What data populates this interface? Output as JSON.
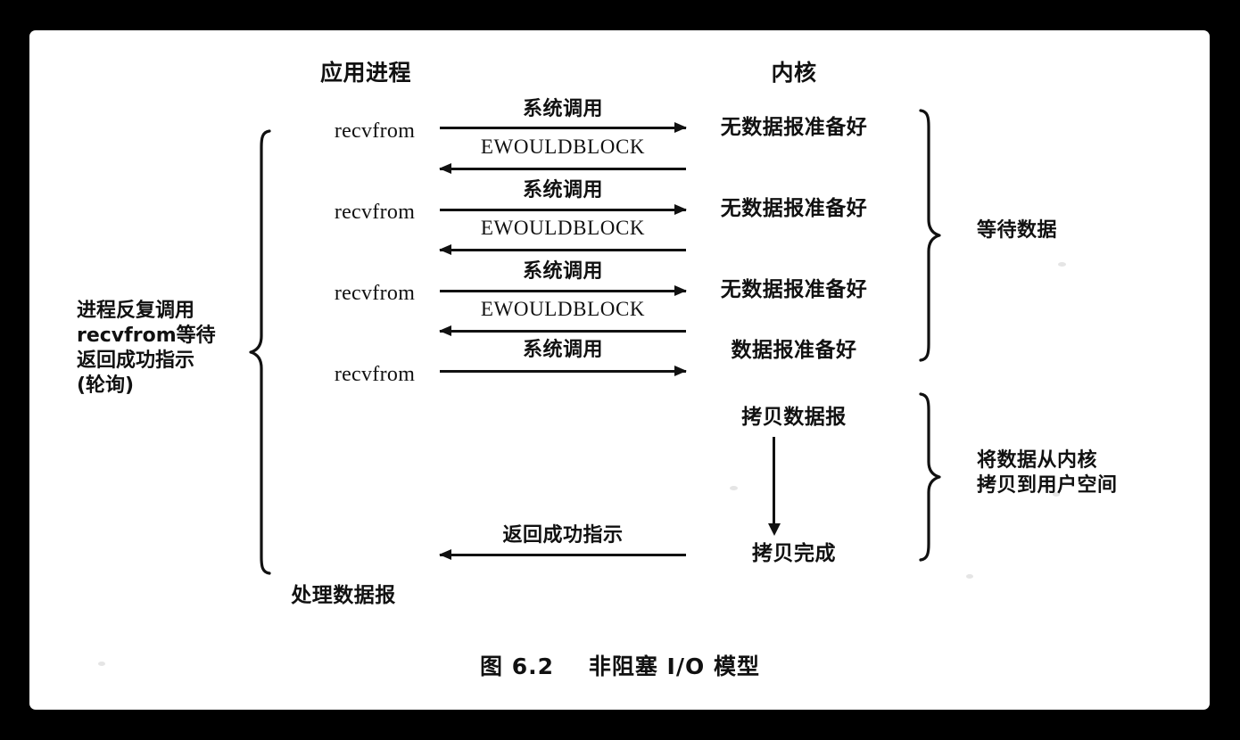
{
  "figure": {
    "caption": "图 6.2    非阻塞 I/O 模型",
    "columns": {
      "application": "应用进程",
      "kernel": "内核"
    },
    "system_call_label": "系统调用",
    "ewouldblock_label": "EWOULDBLOCK",
    "return_success_label": "返回成功指示",
    "process_call_label": "recvfrom",
    "rounds": [
      {
        "call": "recvfrom",
        "request_label": "系统调用",
        "kernel_state": "无数据报准备好",
        "response_label": "EWOULDBLOCK"
      },
      {
        "call": "recvfrom",
        "request_label": "系统调用",
        "kernel_state": "无数据报准备好",
        "response_label": "EWOULDBLOCK"
      },
      {
        "call": "recvfrom",
        "request_label": "系统调用",
        "kernel_state": "无数据报准备好",
        "response_label": "EWOULDBLOCK"
      },
      {
        "call": "recvfrom",
        "request_label": "系统调用",
        "kernel_state": "数据报准备好",
        "response_label": ""
      }
    ],
    "kernel_copy": {
      "copying": "拷贝数据报",
      "complete": "拷贝完成"
    },
    "application_final": "处理数据报",
    "left_note": "进程反复调用\nrecvfrom等待\n返回成功指示\n(轮询)",
    "right_note_wait": "等待数据",
    "right_note_copy": "将数据从内核\n拷贝到用户空间",
    "colors": {
      "ink": "#111111",
      "page": "#ffffff",
      "frame": "#000000"
    }
  }
}
